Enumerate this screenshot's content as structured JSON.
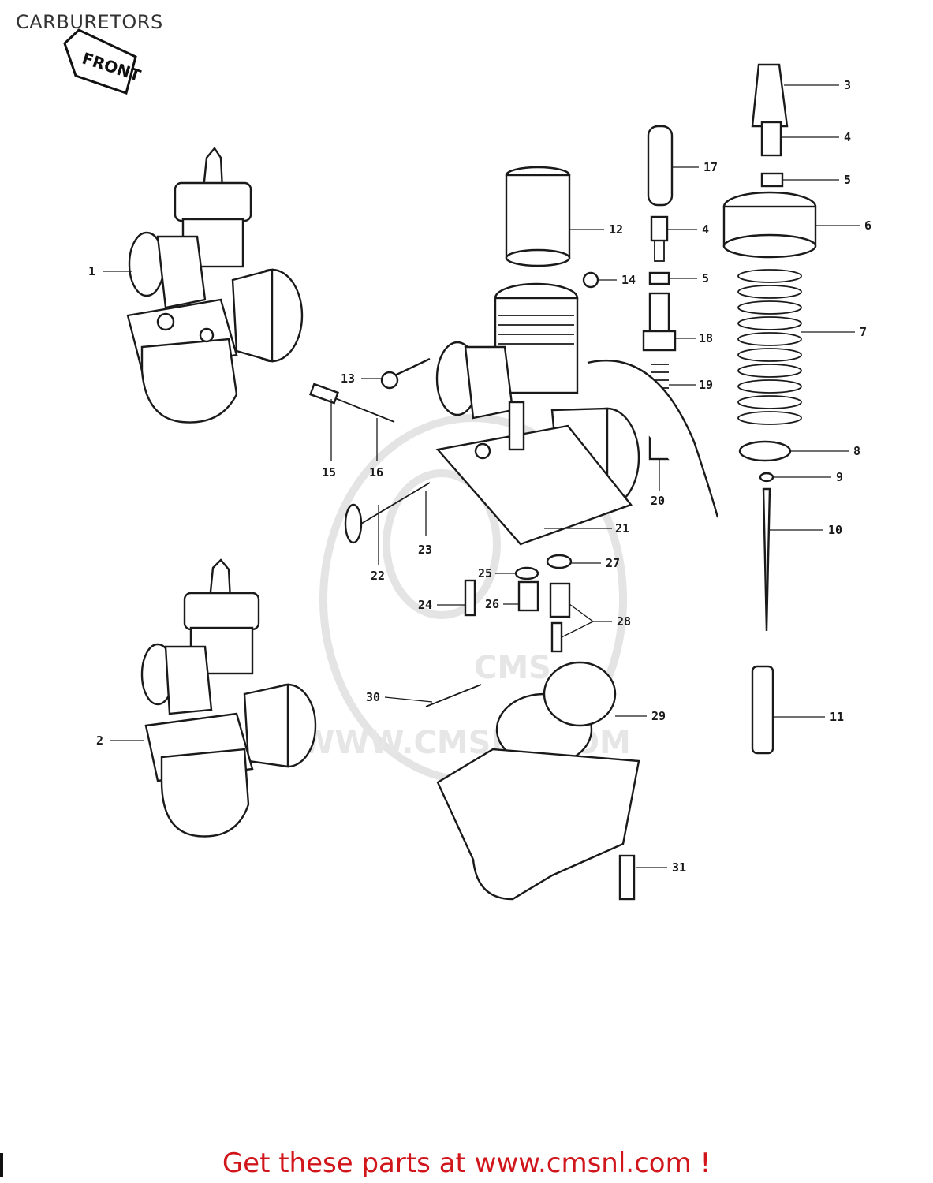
{
  "page": {
    "title": "CARBURETORS",
    "promo_text": "Get these parts at www.cmsnl.com !",
    "watermark_text": "WWW.CMSNL.COM",
    "watermark_logo_text": "CMS",
    "front_marker": "FRONT",
    "promo_color": "#d0161b"
  },
  "callouts": [
    {
      "id": "1",
      "label": "1"
    },
    {
      "id": "2",
      "label": "2"
    },
    {
      "id": "3",
      "label": "3"
    },
    {
      "id": "4a",
      "label": "4"
    },
    {
      "id": "4b",
      "label": "4"
    },
    {
      "id": "5a",
      "label": "5"
    },
    {
      "id": "5b",
      "label": "5"
    },
    {
      "id": "6",
      "label": "6"
    },
    {
      "id": "7",
      "label": "7"
    },
    {
      "id": "8",
      "label": "8"
    },
    {
      "id": "9",
      "label": "9"
    },
    {
      "id": "10",
      "label": "10"
    },
    {
      "id": "11",
      "label": "11"
    },
    {
      "id": "12",
      "label": "12"
    },
    {
      "id": "13",
      "label": "13"
    },
    {
      "id": "14",
      "label": "14"
    },
    {
      "id": "15",
      "label": "15"
    },
    {
      "id": "16",
      "label": "16"
    },
    {
      "id": "17",
      "label": "17"
    },
    {
      "id": "18",
      "label": "18"
    },
    {
      "id": "19",
      "label": "19"
    },
    {
      "id": "20",
      "label": "20"
    },
    {
      "id": "21",
      "label": "21"
    },
    {
      "id": "22",
      "label": "22"
    },
    {
      "id": "23",
      "label": "23"
    },
    {
      "id": "24",
      "label": "24"
    },
    {
      "id": "25",
      "label": "25"
    },
    {
      "id": "26",
      "label": "26"
    },
    {
      "id": "27",
      "label": "27"
    },
    {
      "id": "28",
      "label": "28"
    },
    {
      "id": "29",
      "label": "29"
    },
    {
      "id": "30",
      "label": "30"
    },
    {
      "id": "31",
      "label": "31"
    }
  ]
}
